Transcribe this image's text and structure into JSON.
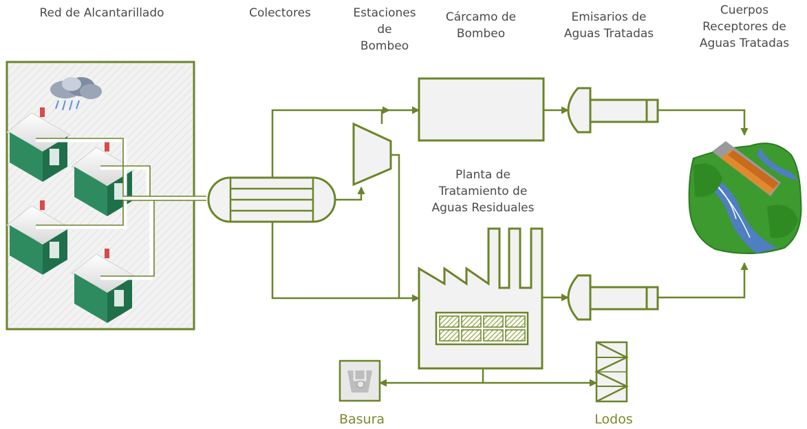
{
  "labels": {
    "red": "Red de Alcantarillado",
    "colectores": "Colectores",
    "estaciones": [
      "Estaciones",
      "de",
      "Bombeo"
    ],
    "carcamo": [
      "Cárcamo de",
      "Bombeo"
    ],
    "emisarios": [
      "Emisarios de",
      "Aguas Tratadas"
    ],
    "cuerpos": [
      "Cuerpos",
      "Receptores de",
      "Aguas Tratadas"
    ],
    "planta": [
      "Planta de",
      "Tratamiento de",
      "Aguas Residuales"
    ],
    "basura": "Basura",
    "lodos": "Lodos"
  },
  "colors": {
    "line": "#6b8428",
    "fill": "#f2f2f2",
    "house_wall": "#2e8b60",
    "river": "#4f7fc0",
    "land": "#3c9a2e"
  }
}
